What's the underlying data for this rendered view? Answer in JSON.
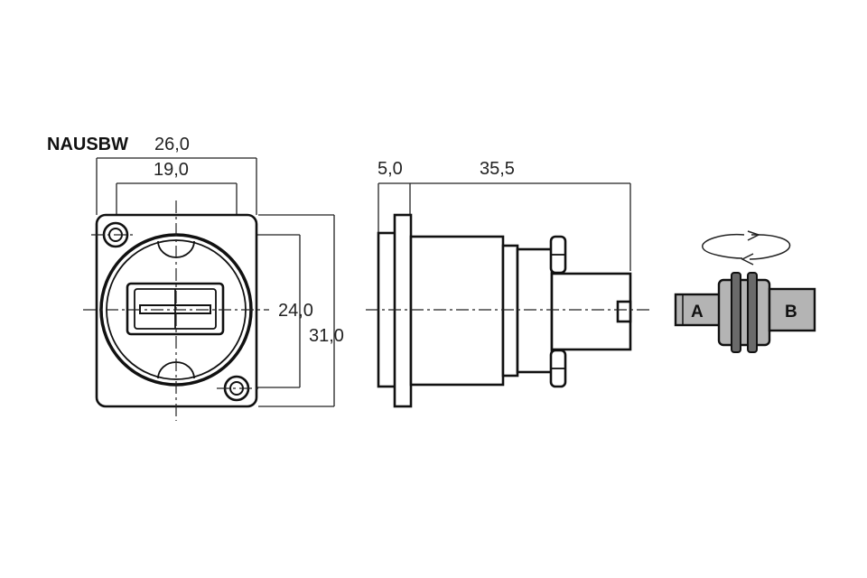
{
  "title": "NAUSBW",
  "front_view": {
    "dim_width_outer": "26,0",
    "dim_width_inner": "19,0",
    "dim_height_inner": "24,0",
    "dim_height_outer": "31,0"
  },
  "side_view": {
    "dim_flange": "5,0",
    "dim_length": "35,5"
  },
  "adapter": {
    "label_a": "A",
    "label_b": "B"
  }
}
